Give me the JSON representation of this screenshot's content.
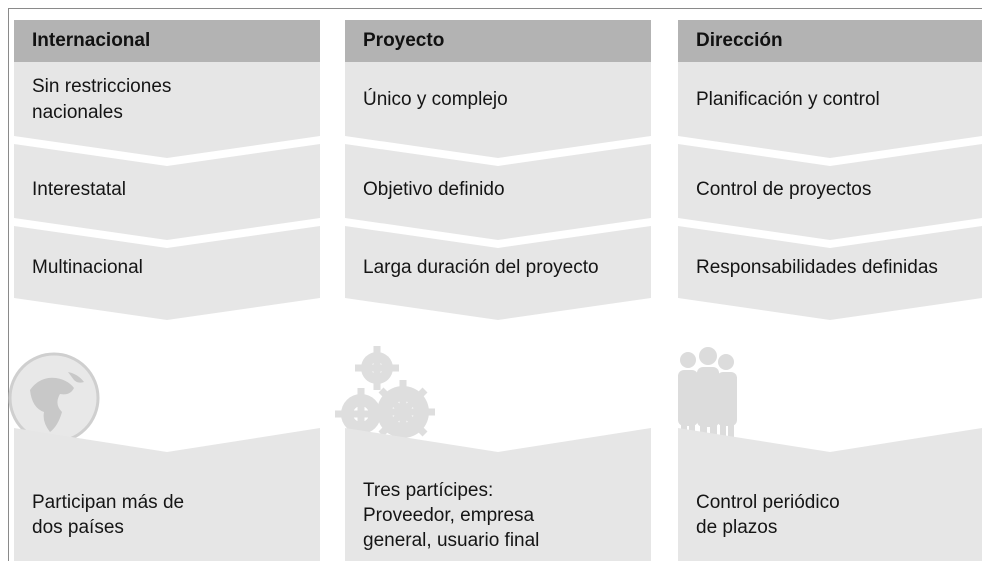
{
  "columns": [
    {
      "header": "Internacional",
      "items": [
        "Sin restricciones\nnacionales",
        "Interestatal",
        "Multinacional"
      ],
      "icon": "globe-icon",
      "footer": "Participan más de\ndos países"
    },
    {
      "header": "Proyecto",
      "items": [
        "Único y complejo",
        "Objetivo definido",
        "Larga duración del proyecto"
      ],
      "icon": "gears-icon",
      "footer": "Tres partícipes:\nProveedor, empresa\ngeneral, usuario final"
    },
    {
      "header": "Dirección",
      "items": [
        "Planificación y control",
        "Control de proyectos",
        "Responsabilidades definidas"
      ],
      "icon": "people-icon",
      "footer": "Control periódico\nde plazos"
    }
  ],
  "colors": {
    "header": "#b3b3b3",
    "block": "#e6e6e6",
    "icon": "#dcdcdc"
  }
}
